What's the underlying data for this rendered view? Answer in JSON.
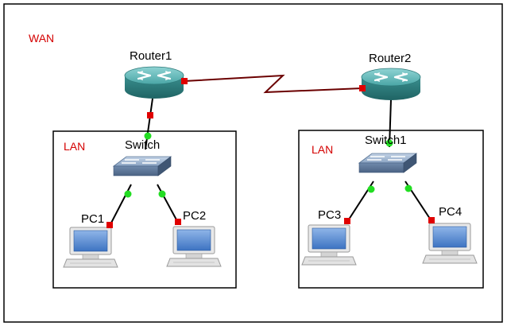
{
  "zones": {
    "wan": "WAN",
    "lan_left": "LAN",
    "lan_right": "LAN"
  },
  "devices": {
    "router1": "Router1",
    "router2": "Router2",
    "switch_left": "Switch",
    "switch_right": "Switch1",
    "pc1": "PC1",
    "pc2": "PC2",
    "pc3": "PC3",
    "pc4": "PC4"
  },
  "colors": {
    "zone_label": "#d40000",
    "port_down": "#e00000",
    "port_up": "#22dd22",
    "serial_link": "#6b0000",
    "ethernet_link": "#000000",
    "router_body": "#3f9c9c",
    "switch_body": "#7a97b8"
  },
  "icons": {
    "router": "router-icon",
    "switch": "switch-icon",
    "pc": "pc-icon"
  }
}
